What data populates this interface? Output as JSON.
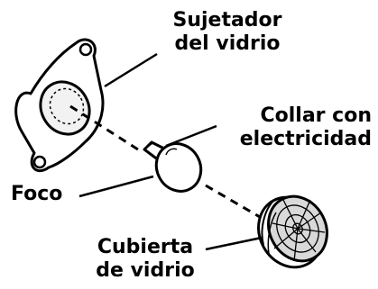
{
  "labels": {
    "glass_holder": {
      "line1": "Sujetador",
      "line2": "del vidrio"
    },
    "electric_collar": {
      "line1": "Collar con",
      "line2": "electricidad"
    },
    "bulb": "Foco",
    "glass_cover": {
      "line1": "Cubierta",
      "line2": "de vidrio"
    }
  },
  "colors": {
    "ink": "#000000",
    "background": "#ffffff",
    "glass_shading": "#d9d9d9"
  }
}
